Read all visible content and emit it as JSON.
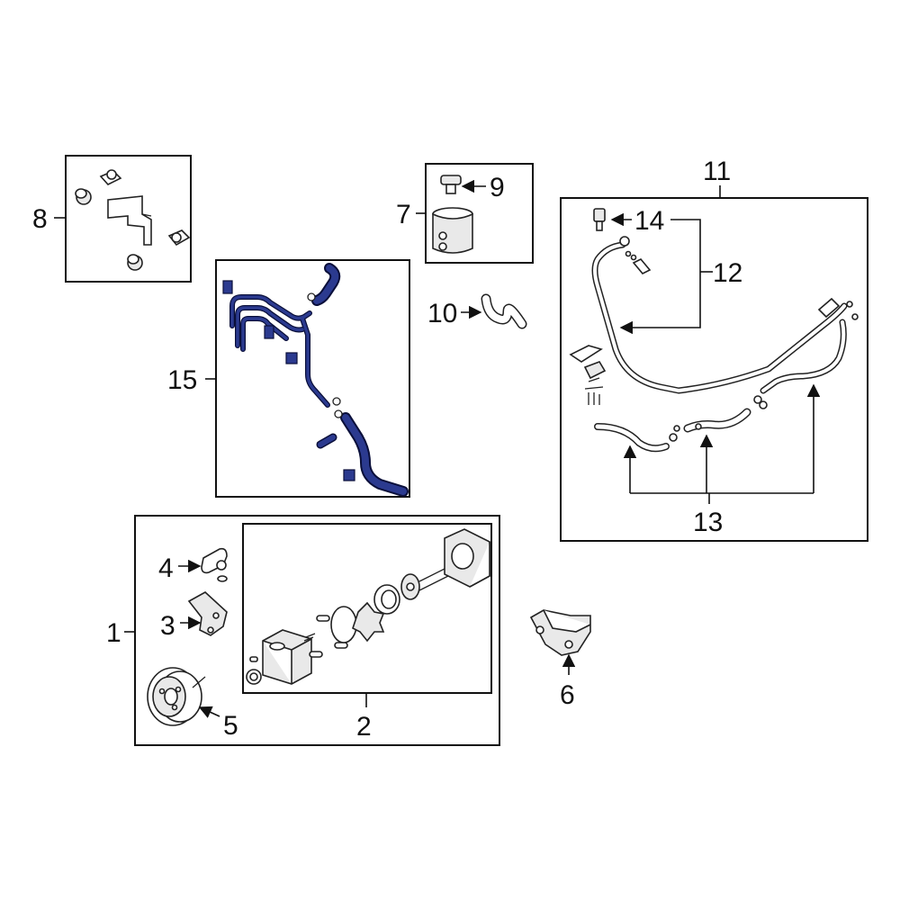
{
  "colors": {
    "line": "#111111",
    "highlight": "#2b3a8f",
    "highlight_outline": "#0a0f3a",
    "part_fill": "#e9e9e9",
    "background": "#ffffff"
  },
  "callouts": {
    "c1": "1",
    "c2": "2",
    "c3": "3",
    "c4": "4",
    "c5": "5",
    "c6": "6",
    "c7": "7",
    "c8": "8",
    "c9": "9",
    "c10": "10",
    "c11": "11",
    "c12": "12",
    "c13": "13",
    "c14": "14",
    "c15": "15"
  }
}
